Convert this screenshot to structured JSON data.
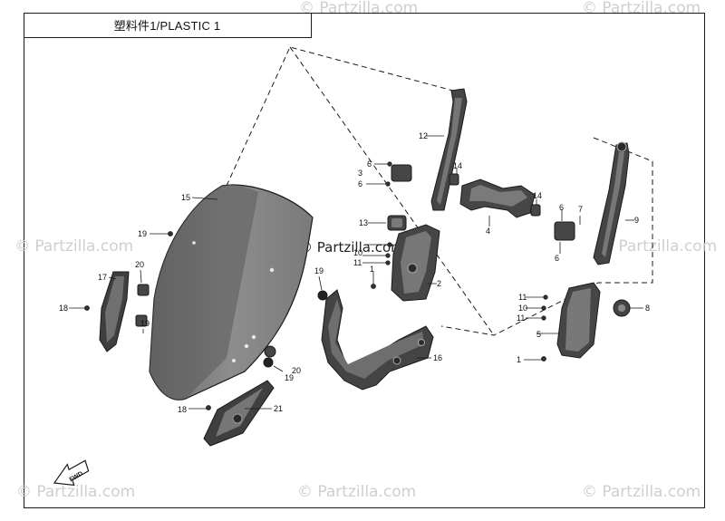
{
  "title": "塑料件1/PLASTIC 1",
  "fwd_label": "FWD",
  "watermark_text": "© Partzilla.com",
  "callouts": [
    "1",
    "2",
    "3",
    "4",
    "5",
    "6",
    "7",
    "8",
    "9",
    "10",
    "11",
    "12",
    "13",
    "14",
    "15",
    "16",
    "17",
    "18",
    "19",
    "20",
    "21"
  ],
  "colors": {
    "part_fill": "#4a4a4a",
    "part_light": "#8a8a8a",
    "line": "#1a1a1a",
    "watermark": "#cfcfcf"
  }
}
